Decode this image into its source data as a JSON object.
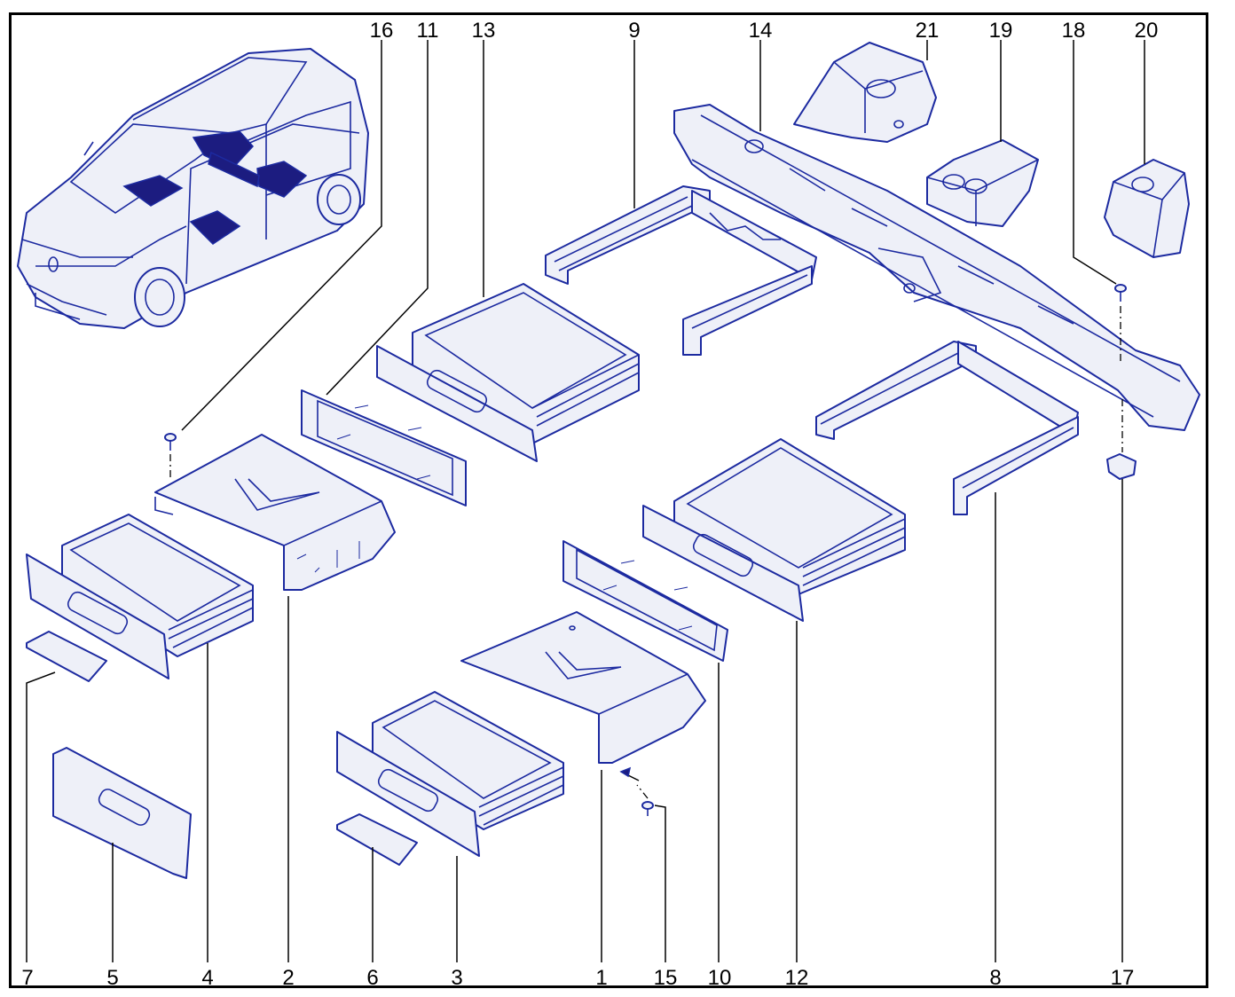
{
  "diagram": {
    "callouts_top": [
      "16",
      "11",
      "13",
      "9",
      "14",
      "21",
      "19",
      "18",
      "20"
    ],
    "callouts_bottom": [
      "7",
      "5",
      "4",
      "2",
      "6",
      "3",
      "1",
      "15",
      "10",
      "12",
      "8",
      "17"
    ],
    "colors": {
      "line": "#1c2aa0",
      "fill": "#eef0f8",
      "highlight": "#1c1c80",
      "frame": "#000000"
    }
  }
}
